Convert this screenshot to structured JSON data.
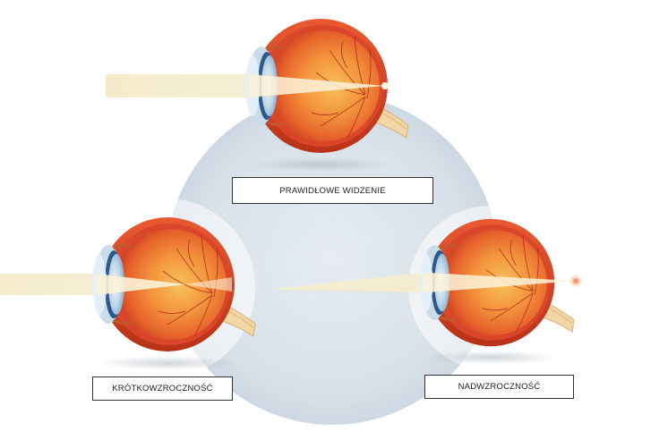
{
  "labels": {
    "normal": "PRAWIDŁOWE WIDZENIE",
    "myopia": "KRÓTKOWZROCZNOŚĆ",
    "hyperopia": "NADWZROCZNOŚĆ"
  },
  "colors": {
    "background_circle": "#dbe3ea",
    "light_beam": "#f4edcf",
    "sclera": "#e24a2a",
    "retina": "#f08a3a",
    "cornea": "#b9d6ea",
    "focal_point": "#f0a070"
  },
  "icons": [
    "eye-normal-icon",
    "eye-myopia-icon",
    "eye-hyperopia-icon"
  ]
}
